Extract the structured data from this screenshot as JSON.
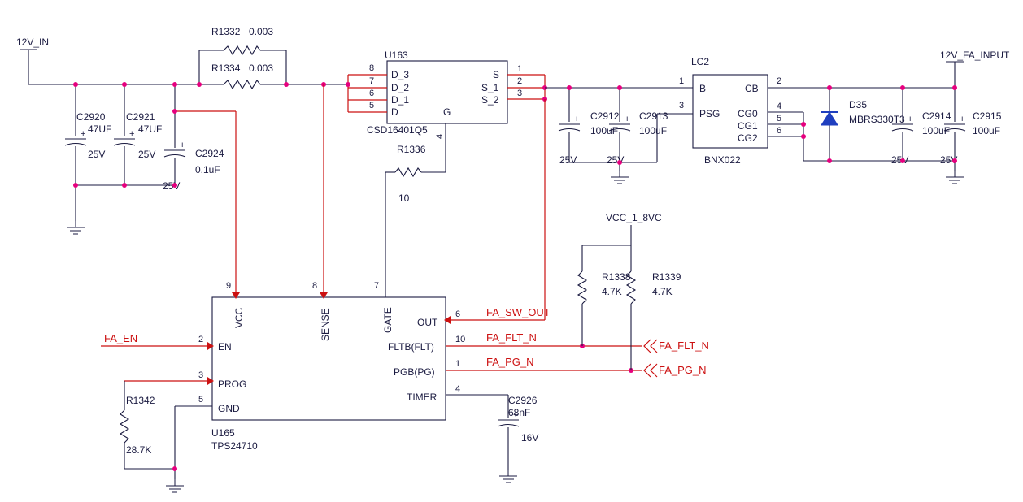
{
  "nets": {
    "v12_in": "12V_IN",
    "v12_fa_input": "12V_FA_INPUT",
    "vcc_1_8vc": "VCC_1_8VC",
    "fa_en": "FA_EN",
    "fa_sw_out": "FA_SW_OUT",
    "fa_flt_n": "FA_FLT_N",
    "fa_pg_n": "FA_PG_N"
  },
  "resistors": {
    "r1332": {
      "ref": "R1332",
      "value": "0.003"
    },
    "r1334": {
      "ref": "R1334",
      "value": "0.003"
    },
    "r1336": {
      "ref": "R1336",
      "value": "10"
    },
    "r1338": {
      "ref": "R1338",
      "value": "4.7K"
    },
    "r1339": {
      "ref": "R1339",
      "value": "4.7K"
    },
    "r1342": {
      "ref": "R1342",
      "value": "28.7K"
    }
  },
  "capacitors": {
    "c2920": {
      "ref": "C2920",
      "value": "47UF",
      "voltage": "25V"
    },
    "c2921": {
      "ref": "C2921",
      "value": "47UF",
      "voltage": "25V"
    },
    "c2924": {
      "ref": "C2924",
      "value": "0.1uF",
      "voltage": "25V"
    },
    "c2912": {
      "ref": "C2912",
      "value": "100uF",
      "voltage": "25V"
    },
    "c2913": {
      "ref": "C2913",
      "value": "100uF",
      "voltage": "25V"
    },
    "c2914": {
      "ref": "C2914",
      "value": "100uF",
      "voltage": "25V"
    },
    "c2915": {
      "ref": "C2915",
      "value": "100uF",
      "voltage": "25V"
    },
    "c2926": {
      "ref": "C2926",
      "value": "68nF",
      "voltage": "16V"
    }
  },
  "u163": {
    "ref": "U163",
    "part": "CSD16401Q5",
    "pins_left": [
      {
        "num": "8",
        "name": "D_3"
      },
      {
        "num": "7",
        "name": "D_2"
      },
      {
        "num": "6",
        "name": "D_1"
      },
      {
        "num": "5",
        "name": "D"
      }
    ],
    "pins_right": [
      {
        "num": "1",
        "name": "S"
      },
      {
        "num": "2",
        "name": "S_1"
      },
      {
        "num": "3",
        "name": "S_2"
      }
    ],
    "gate": {
      "num": "4",
      "name": "G"
    }
  },
  "lc2": {
    "ref": "LC2",
    "part": "BNX022",
    "pins": [
      {
        "num": "1",
        "name": "B"
      },
      {
        "num": "3",
        "name": "PSG"
      },
      {
        "num": "2",
        "name": "CB"
      },
      {
        "num": "4",
        "name": "CG0"
      },
      {
        "num": "5",
        "name": "CG1"
      },
      {
        "num": "6",
        "name": "CG2"
      }
    ]
  },
  "d35": {
    "ref": "D35",
    "part": "MBRS330T3"
  },
  "u165": {
    "ref": "U165",
    "part": "TPS24710",
    "top_pins": [
      {
        "num": "9",
        "name": "VCC"
      },
      {
        "num": "8",
        "name": "SENSE"
      },
      {
        "num": "7",
        "name": "GATE"
      }
    ],
    "left_pins": [
      {
        "num": "2",
        "name": "EN"
      },
      {
        "num": "3",
        "name": "PROG"
      },
      {
        "num": "5",
        "name": "GND"
      }
    ],
    "right_pins": [
      {
        "num": "6",
        "name": "OUT"
      },
      {
        "num": "10",
        "name": "FLTB(FLT)"
      },
      {
        "num": "1",
        "name": "PGB(PG)"
      },
      {
        "num": "4",
        "name": "TIMER"
      }
    ]
  }
}
